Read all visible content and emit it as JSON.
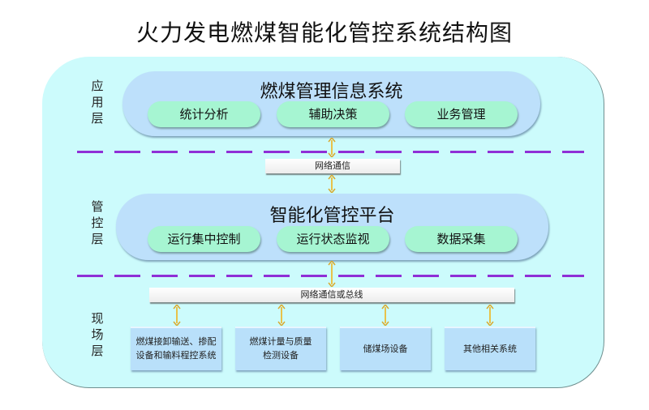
{
  "title": "火力发电燃煤智能化管控系统结构图",
  "colors": {
    "outer_panel": "#ccfbfc",
    "layer_pill": "#bde0fb",
    "module_pill": "#a6f5d2",
    "field_box": "#b9e0fa",
    "divider": "#8f2fd6",
    "arrow": "#e8c24a"
  },
  "layers": {
    "application": {
      "label": "应\n用\n层",
      "label_chars": [
        "应",
        "用",
        "层"
      ],
      "system_title": "燃煤管理信息系统",
      "modules": [
        "统计分析",
        "辅助决策",
        "业务管理"
      ]
    },
    "link_upper": {
      "label": "网络通信",
      "icon": "double-arrow-vertical"
    },
    "control": {
      "label_chars": [
        "管",
        "控",
        "层"
      ],
      "system_title": "智能化管控平台",
      "modules": [
        "运行集中控制",
        "运行状态监视",
        "数据采集"
      ]
    },
    "link_lower": {
      "label": "网络通信或总线",
      "icon": "double-arrow-vertical"
    },
    "field": {
      "label_chars": [
        "现",
        "场",
        "层"
      ],
      "devices": [
        {
          "line1": "燃煤接卸输送、掺配",
          "line2": "设备和输料程控系统"
        },
        {
          "line1": "燃煤计量与质量",
          "line2": "检测设备"
        },
        {
          "line1": "储煤场设备",
          "line2": ""
        },
        {
          "line1": "其他相关系统",
          "line2": ""
        }
      ]
    }
  }
}
